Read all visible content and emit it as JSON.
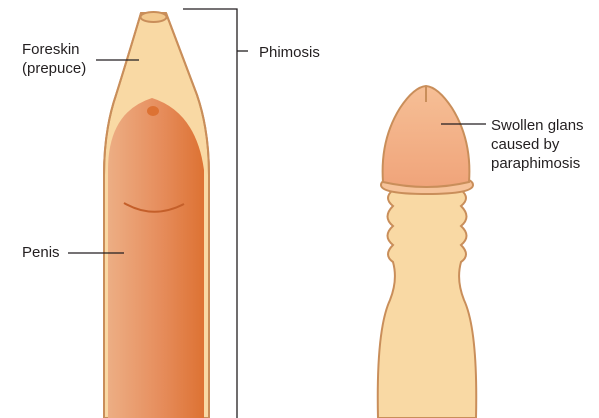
{
  "labels": {
    "foreskin_line1": "Foreskin",
    "foreskin_line2": "(prepuce)",
    "phimosis": "Phimosis",
    "penis": "Penis",
    "swollen_line1": "Swollen glans",
    "swollen_line2": "caused by",
    "swollen_line3": "paraphimosis"
  },
  "colors": {
    "skin": "#f9d9a4",
    "skin_outline": "#c98e5a",
    "shaft_light": "#edae84",
    "shaft_dark": "#dd7233",
    "glans": "#f2a77d",
    "leader_line": "#231f20"
  }
}
